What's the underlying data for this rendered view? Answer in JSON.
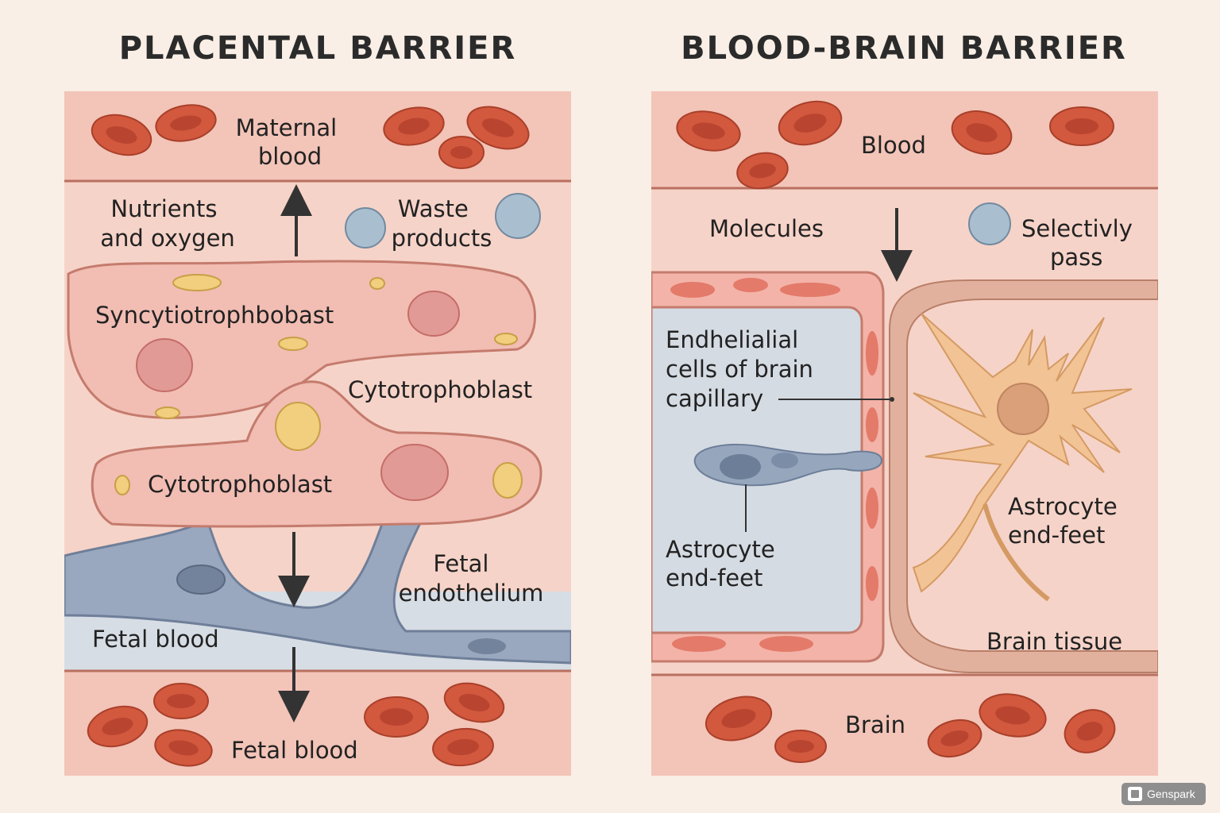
{
  "titles": {
    "placental": "PLACENTAL BARRIER",
    "bbb": "BLOOD-BRAIN BARRIER"
  },
  "placental": {
    "maternal_blood": [
      "Maternal",
      "blood"
    ],
    "nutrients": [
      "Nutrients",
      "and oxygen"
    ],
    "waste": [
      "Waste",
      "products"
    ],
    "syncytio": "Syncytiotrophbobast",
    "cyto_upper": "Cytotrophoblast",
    "cyto_lower": "Cytotrophoblast",
    "fetal_endothelium": [
      "Fetal",
      "endothelium"
    ],
    "fetal_blood_mid": "Fetal blood",
    "fetal_blood_bottom": "Fetal blood"
  },
  "bbb": {
    "blood": "Blood",
    "molecules": "Molecules",
    "selectively": [
      "Selectivly",
      "pass"
    ],
    "endothelial": [
      "Endhelialial",
      "cells of brain",
      "capillary"
    ],
    "astro_left": [
      "Astrocyte",
      "end-feet"
    ],
    "astro_right": [
      "Astrocyte",
      "end-feet"
    ],
    "brain_tissue": "Brain tissue",
    "brain": "Brain"
  },
  "watermark": "Genspark",
  "colors": {
    "background": "#f9efe6",
    "tissue": "#f6cfc3",
    "cell": "#f1b8ae",
    "rbc": "#d2583e",
    "fetal_vessel": "#8f9fb8",
    "capillary_lumen": "#d5dbe3",
    "astrocyte": "#f2c394"
  }
}
